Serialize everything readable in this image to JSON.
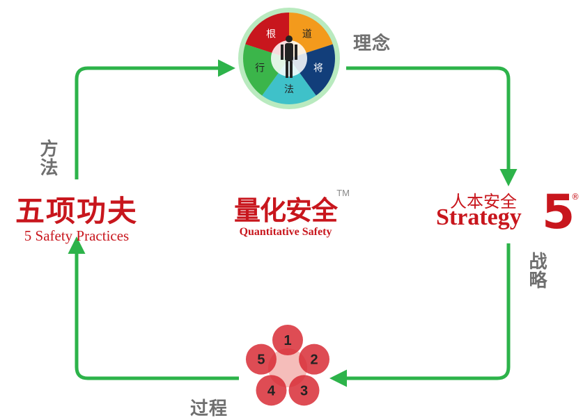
{
  "labels": {
    "philosophy": "理念",
    "strategy": "战略",
    "process": "过程",
    "method": "方法"
  },
  "wheel": {
    "segments": [
      {
        "char": "根",
        "color": "#c8161d"
      },
      {
        "char": "道",
        "color": "#f39a1c"
      },
      {
        "char": "将",
        "color": "#123e7a"
      },
      {
        "char": "法",
        "color": "#3fc1c9"
      },
      {
        "char": "行",
        "color": "#3bb54a"
      }
    ]
  },
  "center": {
    "title_cn": "量化安全",
    "tm": "TM",
    "title_en": "Quantitative Safety"
  },
  "strategy_logo": {
    "cn": "人本安全",
    "en": "Strategy",
    "number": "5",
    "reg": "®"
  },
  "practices": {
    "cn": "五项功夫",
    "en": "5 Safety Practices"
  },
  "process_circles": [
    "1",
    "2",
    "3",
    "4",
    "5"
  ],
  "colors": {
    "arrow_green": "#2db34a",
    "brand_red": "#c8161d",
    "label_gray": "#6f6f6f"
  }
}
